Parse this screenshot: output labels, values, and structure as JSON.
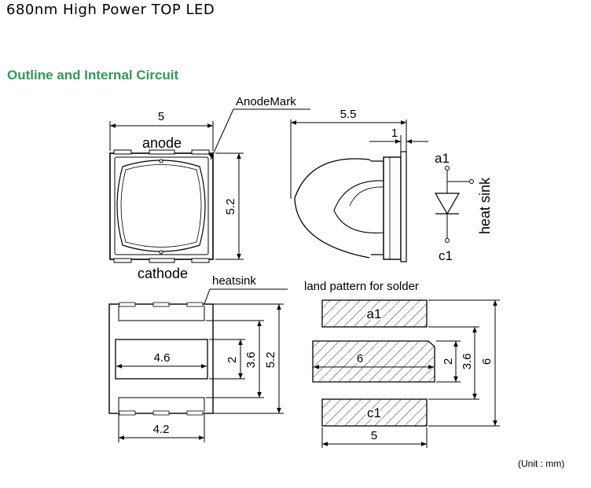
{
  "page": {
    "title": "680nm High Power TOP LED",
    "section_heading": "Outline and Internal Circuit",
    "unit_note": "(Unit : mm)"
  },
  "top_view": {
    "width_dim": "5",
    "height_dim": "5.2",
    "anode_label": "anode",
    "cathode_label": "cathode",
    "anode_mark_label": "AnodeMark"
  },
  "side_view": {
    "depth_dim": "5.5",
    "lead_dim": "1"
  },
  "circuit": {
    "a1_label": "a1",
    "c1_label": "c1",
    "heat_sink_label": "heat sink"
  },
  "bottom_view": {
    "heatsink_label": "heatsink",
    "pad_width_dim": "4.6",
    "body_width_dim": "4.2",
    "pad_height_dim": "2",
    "inner_height_dim": "3.6",
    "total_height_dim": "5.2"
  },
  "land_pattern": {
    "heading": "land pattern for solder",
    "pad_a1": "a1",
    "pad_c1": "c1",
    "center_pad_dim": "6",
    "width_dim": "5",
    "pad_height_dim": "2",
    "inner_height_dim": "3.6",
    "total_height_dim": "6"
  }
}
